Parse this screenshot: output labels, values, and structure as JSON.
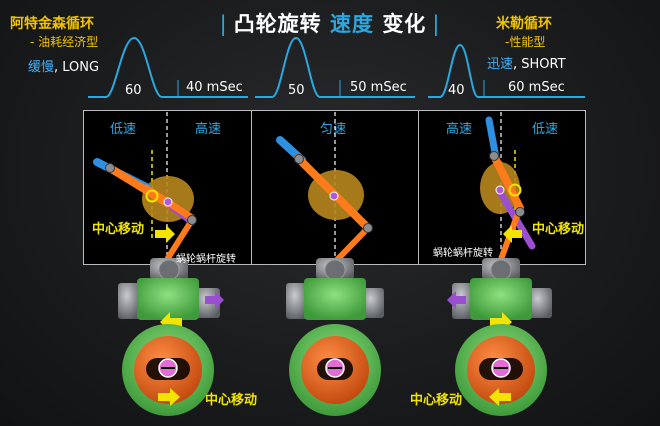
{
  "title": {
    "part1": "凸轮旋转",
    "part2": "速度",
    "part3": "变化"
  },
  "atkinson": {
    "name": "阿特金森循环",
    "sub": "- 油耗经济型",
    "speed_cn": "缓慢",
    "speed_en": ", LONG"
  },
  "miller": {
    "name": "米勒循环",
    "sub": "-性能型",
    "speed_cn": "迅速",
    "speed_en": ", SHORT"
  },
  "curves": [
    {
      "num": "60",
      "ms": "40 mSec"
    },
    {
      "num": "50",
      "ms": "50 mSec"
    },
    {
      "num": "40",
      "ms": "60 mSec"
    }
  ],
  "panels": [
    {
      "left": "低速",
      "right": "高速"
    },
    {
      "center": "匀速"
    },
    {
      "left": "高速",
      "right": "低速"
    }
  ],
  "labels": {
    "center_move": "中心移动",
    "worm_rotate": "蜗轮蜗杆旋转"
  },
  "colors": {
    "accent_blue": "#2aa8e0",
    "yellow": "#f2e400",
    "orange": "#ff7a1a",
    "green": "#5fbf55",
    "purple": "#9a4fd0"
  }
}
